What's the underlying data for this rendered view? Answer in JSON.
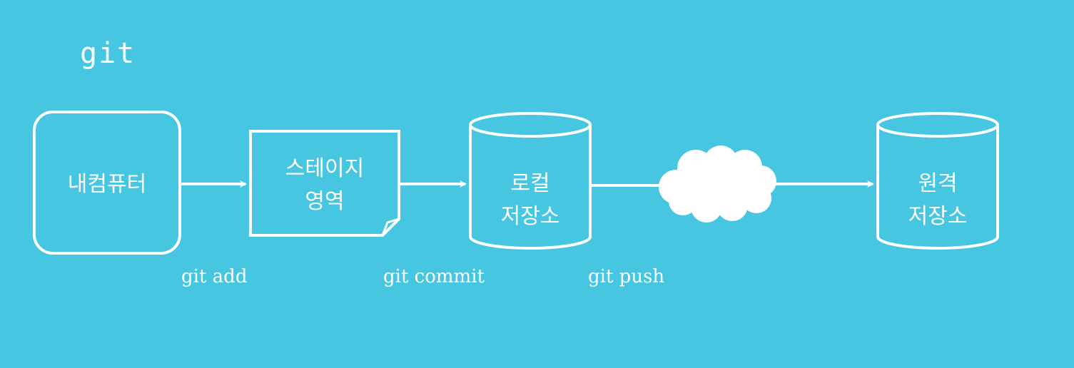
{
  "diagram": {
    "title": "git",
    "nodes": {
      "computer": {
        "label": "내컴퓨터"
      },
      "staging": {
        "line1": "스테이지",
        "line2": "영역"
      },
      "local": {
        "line1": "로컬",
        "line2": "저장소"
      },
      "remote": {
        "line1": "원격",
        "line2": "저장소"
      }
    },
    "edges": {
      "add": "git add",
      "commit": "git commit",
      "push": "git push"
    },
    "colors": {
      "background": "#46c6e0",
      "foreground": "#ffffff"
    }
  }
}
